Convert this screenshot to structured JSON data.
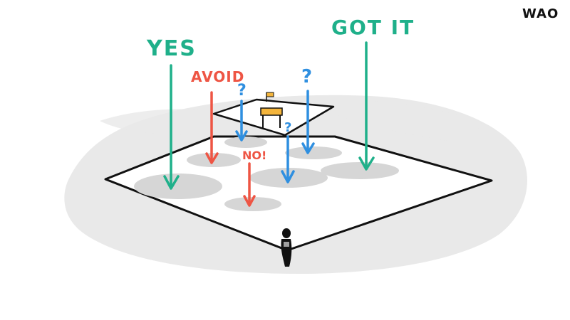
{
  "brand": {
    "logo_text": "WAO"
  },
  "labels": {
    "yes": "YES",
    "got_it": "GOT IT",
    "avoid": "AVOID",
    "no": "NO!",
    "question": "?"
  },
  "colors": {
    "green": "#1fb08a",
    "red": "#ee5544",
    "blue": "#2f8fe0",
    "flag": "#f4b53c",
    "ink": "#111111",
    "shadow": "#d9d9d9",
    "wash": "#e8e8e8"
  },
  "icons": {
    "person": "person-icon",
    "flag": "flag-icon",
    "gate": "gate-icon"
  }
}
